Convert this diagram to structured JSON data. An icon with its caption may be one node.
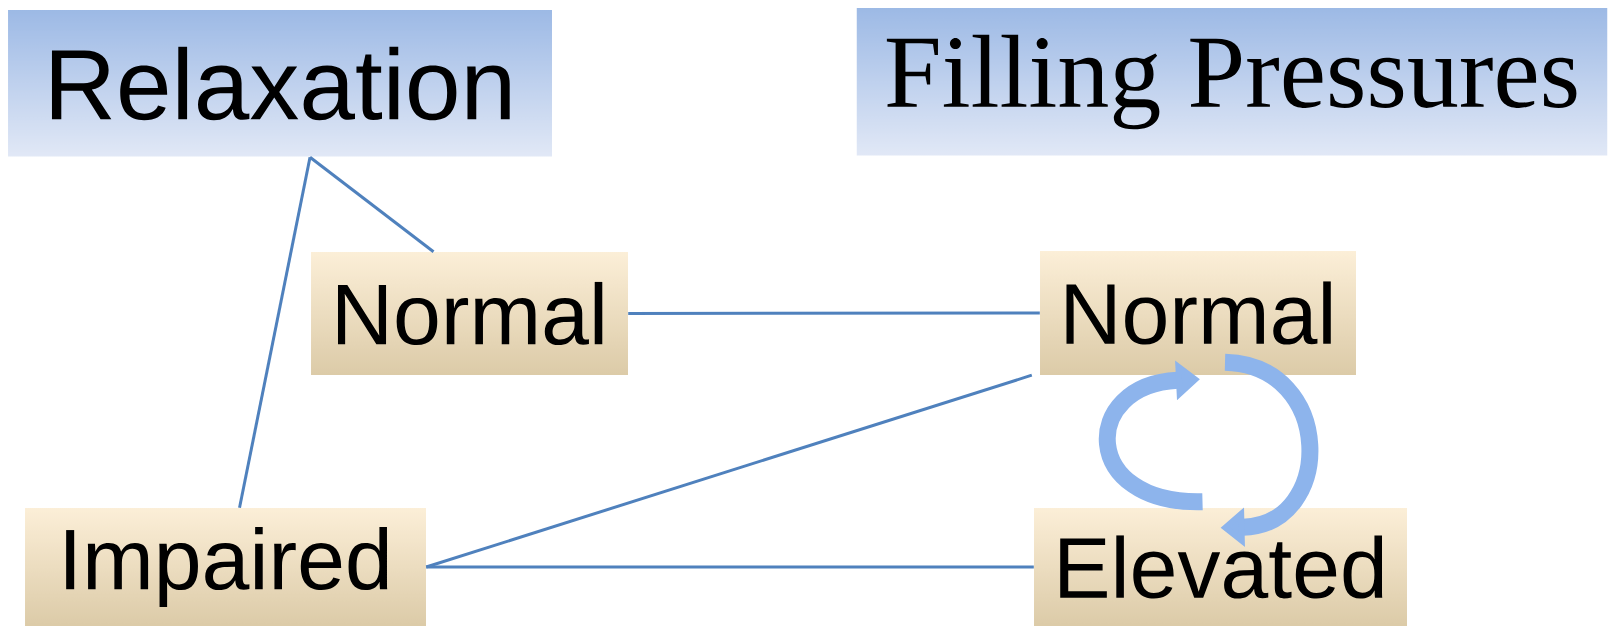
{
  "diagram": {
    "nodes": [
      {
        "text": [
          "Relaxation"
        ]
      },
      {
        "text": [
          "Filling Pressures"
        ]
      },
      {
        "text": [
          "Normal"
        ]
      },
      {
        "text": [
          "Normal"
        ]
      },
      {
        "text": [
          "Impaired"
        ]
      },
      {
        "text": [
          "Elevated"
        ]
      }
    ],
    "edges": [
      {
        "from": 0,
        "to": 2,
        "arrow": "none"
      },
      {
        "from": 0,
        "to": 4,
        "arrow": "none"
      },
      {
        "from": 2,
        "to": 3,
        "arrow": "none"
      },
      {
        "from": 4,
        "to": 3,
        "arrow": "none"
      },
      {
        "from": 4,
        "to": 5,
        "arrow": "none"
      },
      {
        "from": 5,
        "to": 3,
        "arrow": "to",
        "style": "thick",
        "color": "#8db4ec"
      },
      {
        "from": 3,
        "to": 5,
        "arrow": "to",
        "style": "thick",
        "color": "#8db4ec"
      }
    ]
  }
}
